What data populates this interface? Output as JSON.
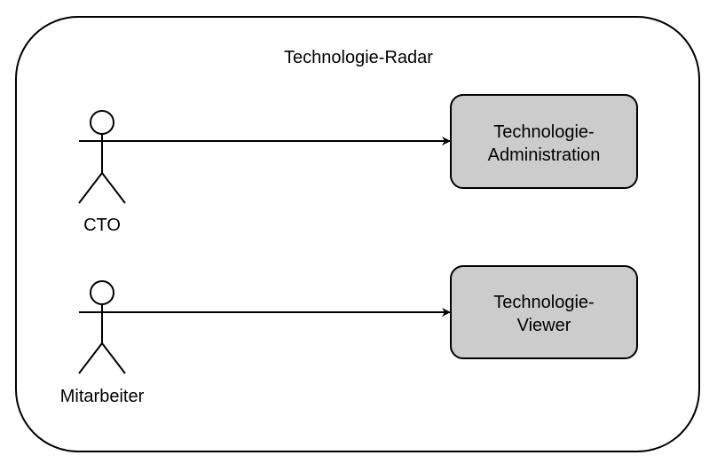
{
  "system": {
    "title": "Technologie-Radar"
  },
  "actors": [
    {
      "label": "CTO"
    },
    {
      "label": "Mitarbeiter"
    }
  ],
  "use_cases": [
    {
      "line1": "Technologie-",
      "line2": "Administration"
    },
    {
      "line1": "Technologie-",
      "line2": "Viewer"
    }
  ],
  "colors": {
    "use_case_fill": "#cccccc",
    "stroke": "#000000",
    "background": "#ffffff"
  }
}
